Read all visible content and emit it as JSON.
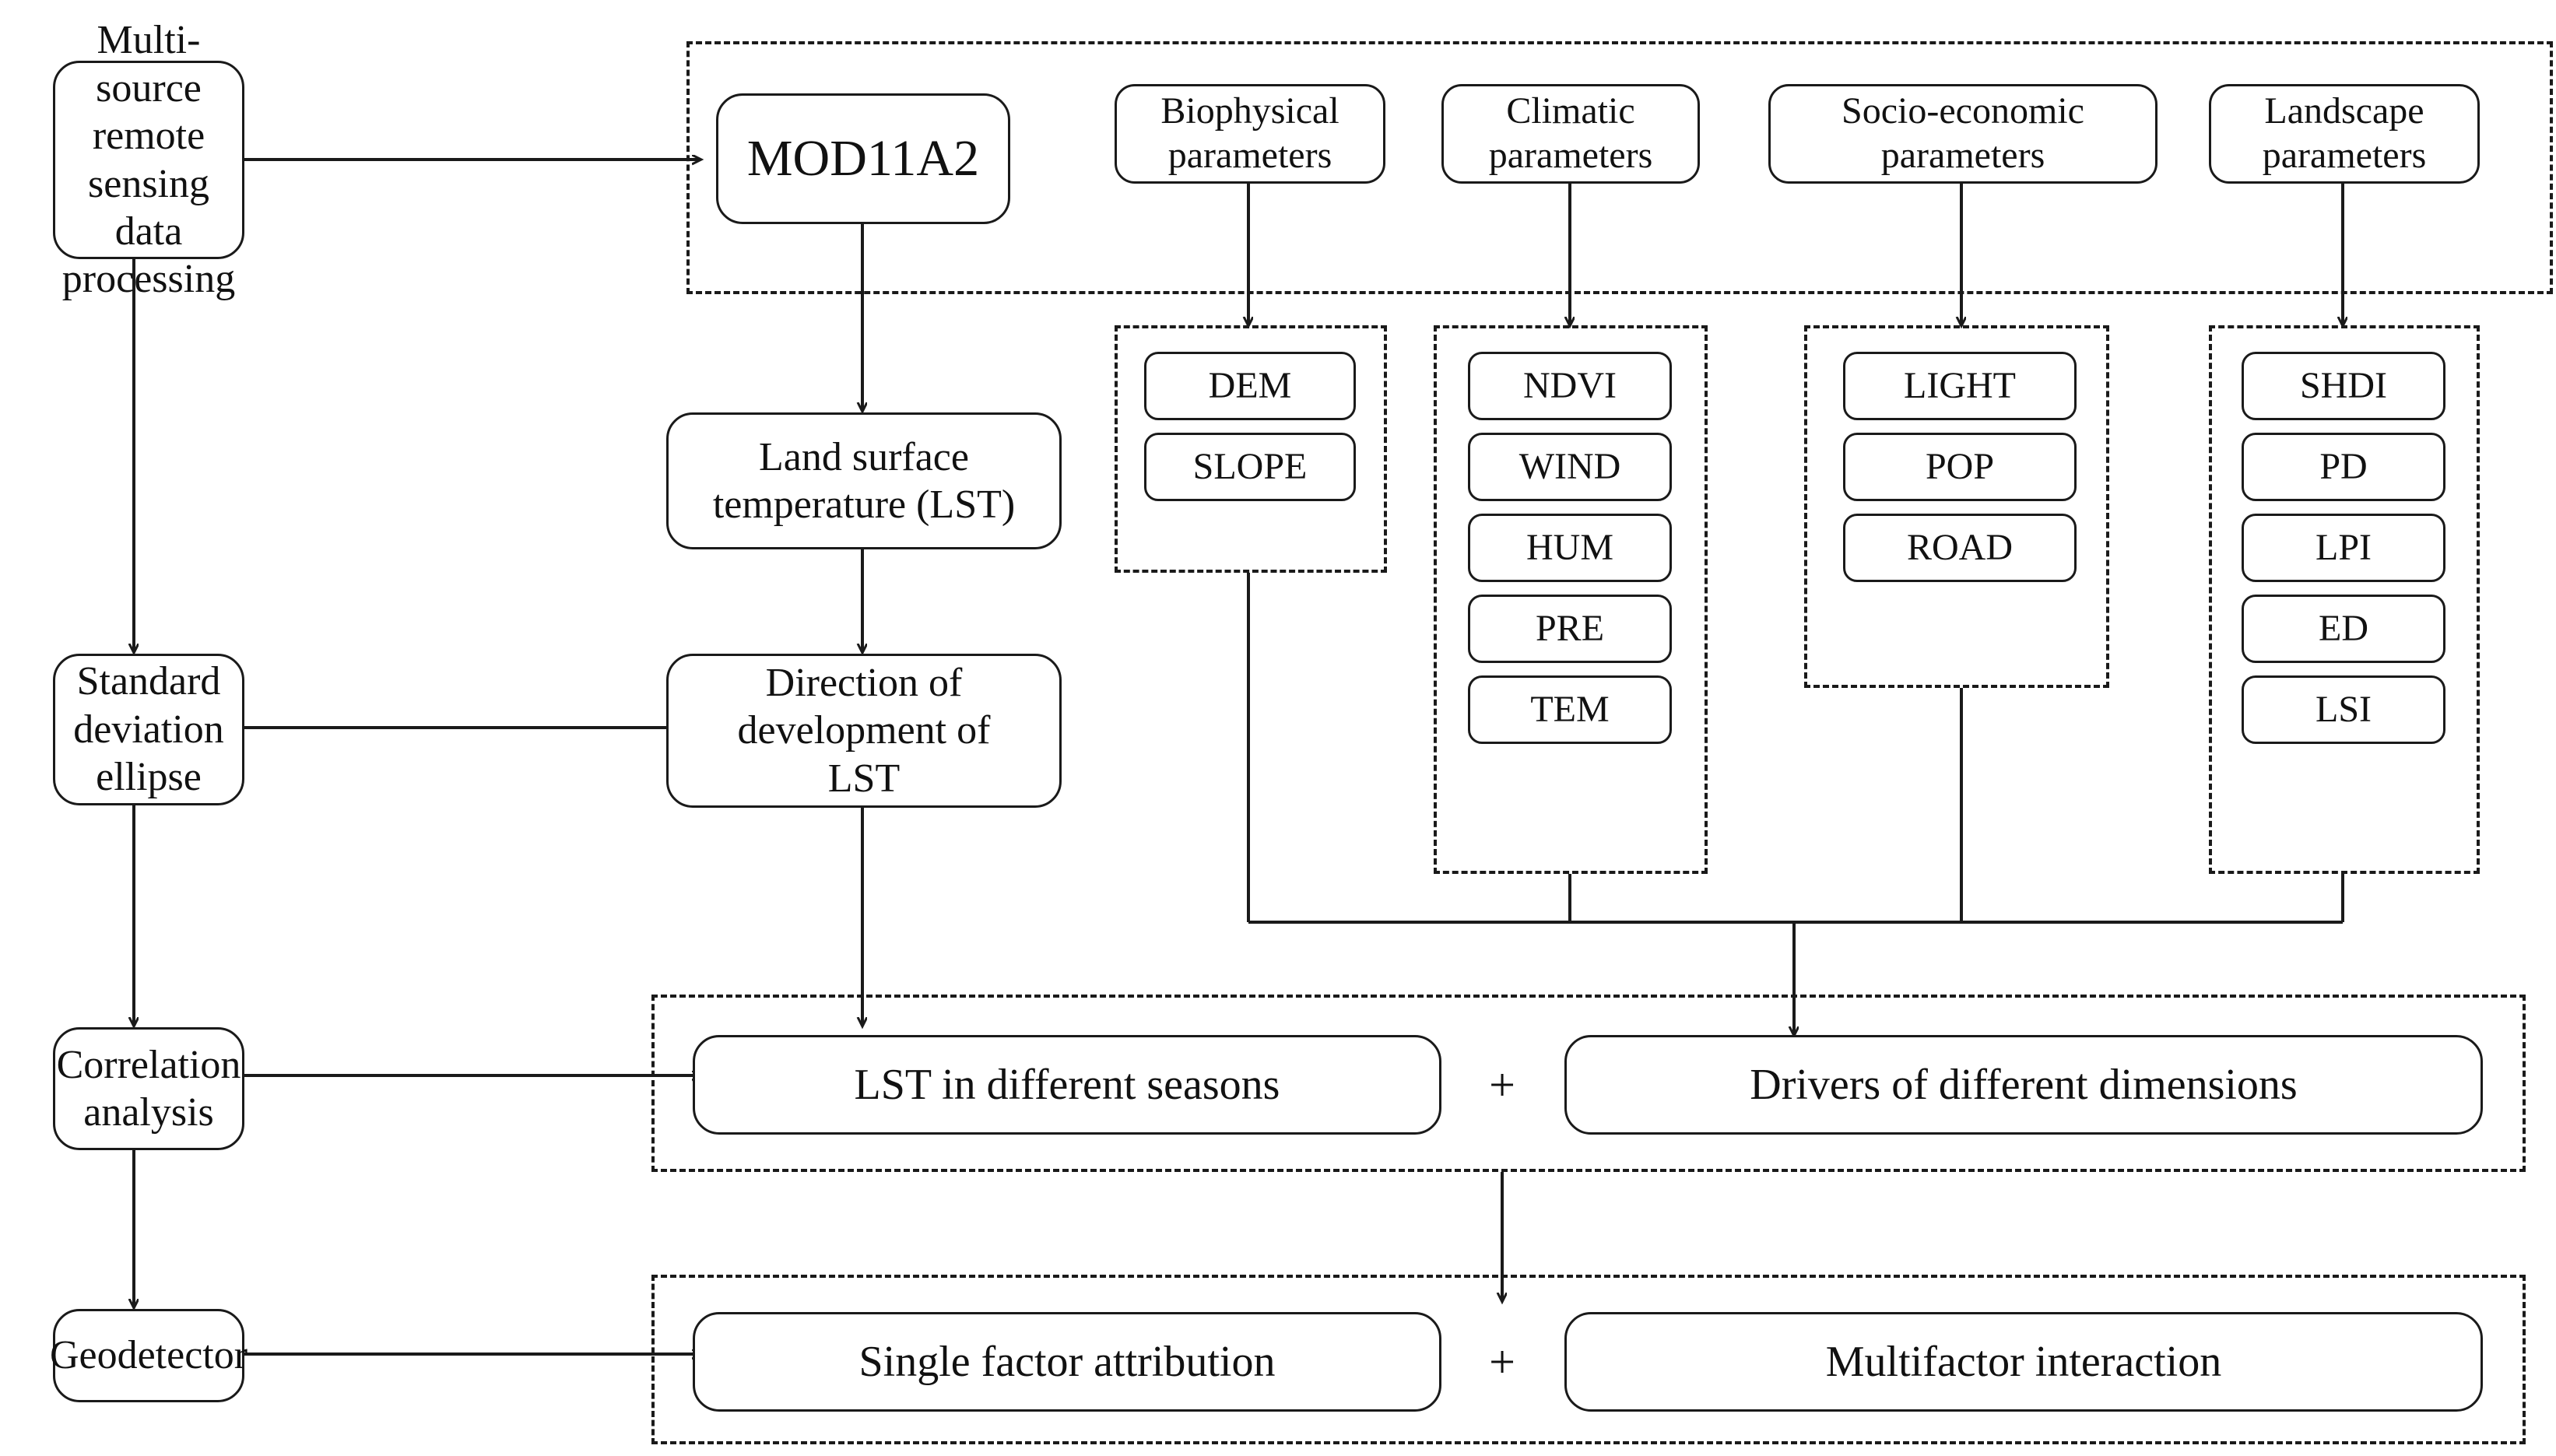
{
  "diagram": {
    "title": "LST research methodology flowchart",
    "colors": {
      "stroke": "#1a1a1a",
      "background": "#ffffff",
      "text": "#111111"
    },
    "left_pipeline": [
      {
        "id": "multi-source",
        "label": "Multi-source\nremote sensing\ndata processing"
      },
      {
        "id": "sde",
        "label": "Standard\ndeviation ellipse"
      },
      {
        "id": "correlation",
        "label": "Correlation\nanalysis"
      },
      {
        "id": "geodetector",
        "label": "Geodetector"
      }
    ],
    "middle_pipeline": [
      {
        "id": "mod11a2",
        "label": "MOD11A2"
      },
      {
        "id": "lst",
        "label": "Land surface\ntemperature (LST)"
      },
      {
        "id": "lst-direction",
        "label": "Direction of\ndevelopment of\nLST"
      }
    ],
    "parameter_groups": [
      {
        "id": "biophysical",
        "header": "Biophysical\nparameters",
        "items": [
          "DEM",
          "SLOPE"
        ]
      },
      {
        "id": "climatic",
        "header": "Climatic\nparameters",
        "items": [
          "NDVI",
          "WIND",
          "HUM",
          "PRE",
          "TEM"
        ]
      },
      {
        "id": "socio-economic",
        "header": "Socio-economic\nparameters",
        "items": [
          "LIGHT",
          "POP",
          "ROAD"
        ]
      },
      {
        "id": "landscape",
        "header": "Landscape\nparameters",
        "items": [
          "SHDI",
          "PD",
          "LPI",
          "ED",
          "LSI"
        ]
      }
    ],
    "result_rows": [
      {
        "id": "correlation-results",
        "left": "LST in different seasons",
        "operator": "+",
        "right": "Drivers of different dimensions"
      },
      {
        "id": "geodetector-results",
        "left": "Single factor attribution",
        "operator": "+",
        "right": "Multifactor interaction"
      }
    ]
  }
}
